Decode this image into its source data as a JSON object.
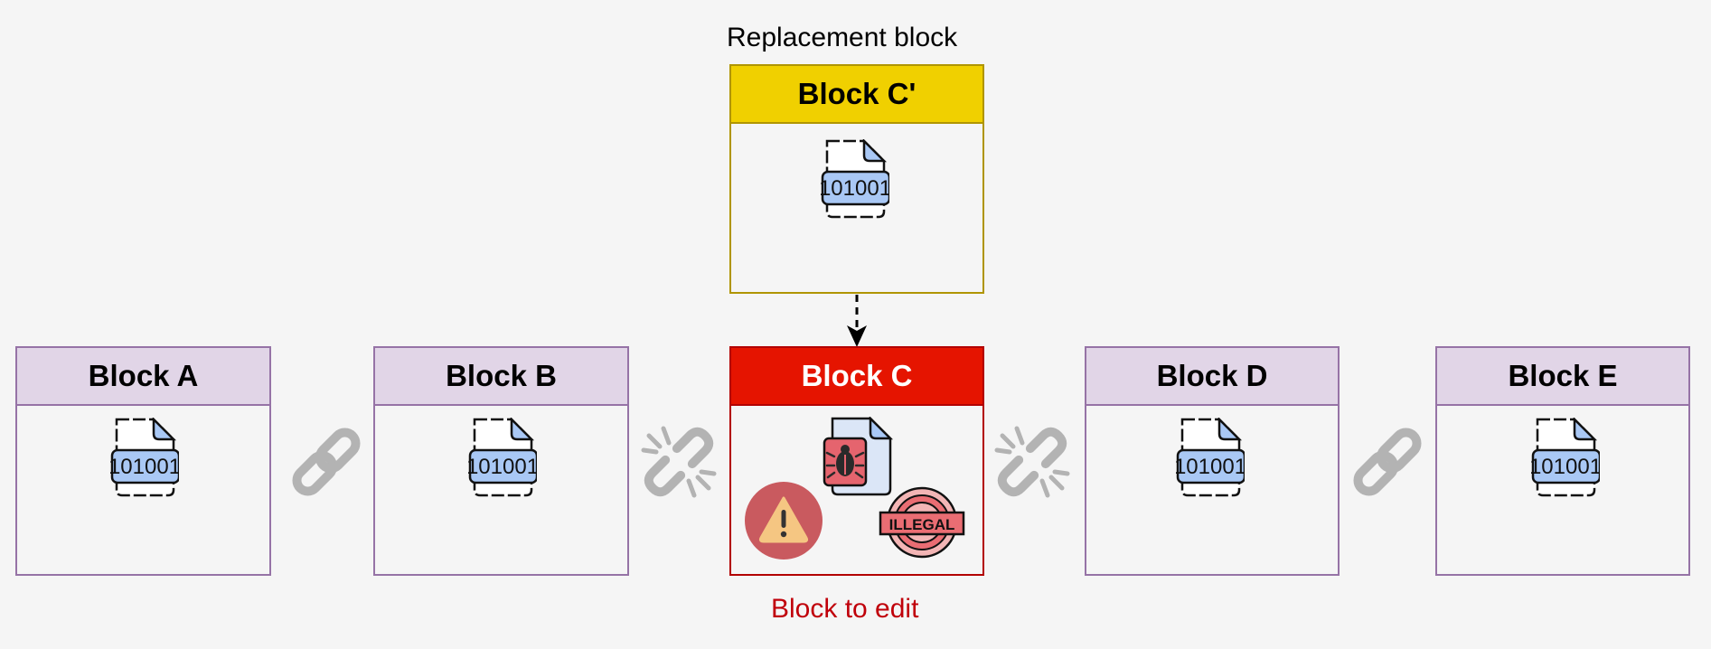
{
  "captions": {
    "replacement": "Replacement block",
    "edit": "Block to edit"
  },
  "blocks": [
    {
      "label": "Block A"
    },
    {
      "label": "Block B"
    },
    {
      "label": "Block C"
    },
    {
      "label": "Block D"
    },
    {
      "label": "Block E"
    },
    {
      "label": "Block C'"
    }
  ],
  "file_icon_text": "101001",
  "stamp_text": "ILLEGAL",
  "links": [
    "intact",
    "broken",
    "broken",
    "intact"
  ],
  "colors": {
    "block_border": "#9673a6",
    "block_header": "#e1d5e7",
    "edit_header": "#e51400",
    "replacement_header": "#f0d000",
    "link": "#b3b3b3",
    "edit_caption": "#c0000a"
  }
}
